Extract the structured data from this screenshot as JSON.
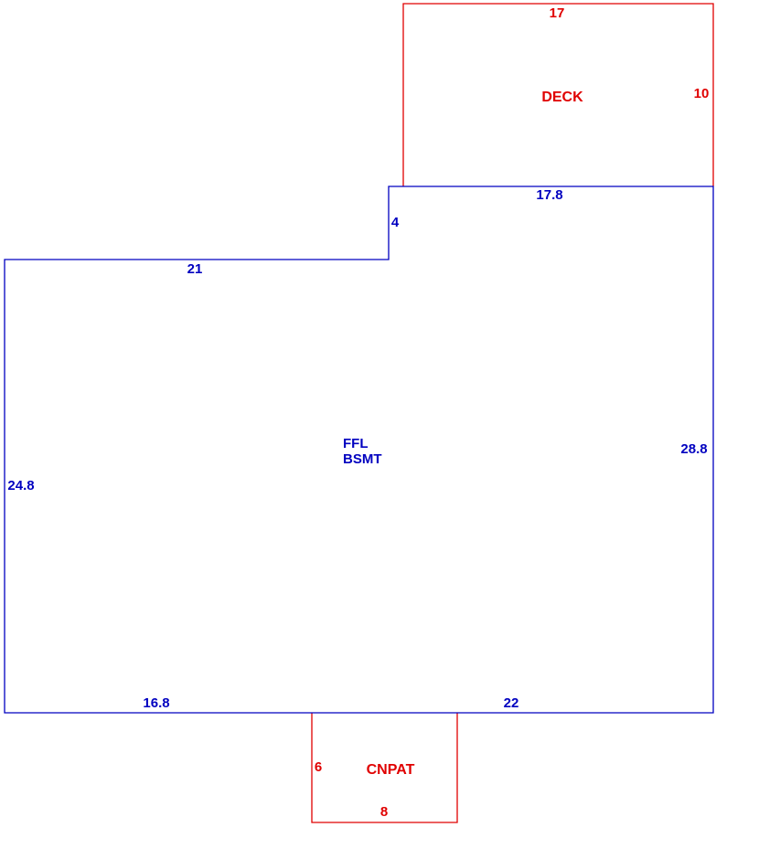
{
  "colors": {
    "main": "#0000c0",
    "addition": "#e00000"
  },
  "main_area": {
    "label_line1": "FFL",
    "label_line2": "BSMT",
    "dims": {
      "top_left": "21",
      "step": "4",
      "top_right": "17.8",
      "right": "28.8",
      "left": "24.8",
      "bottom_left": "16.8",
      "bottom_right": "22"
    }
  },
  "deck": {
    "label": "DECK",
    "dims": {
      "top": "17",
      "right": "10"
    }
  },
  "patio": {
    "label": "CNPAT",
    "dims": {
      "left": "6",
      "bottom": "8"
    }
  }
}
